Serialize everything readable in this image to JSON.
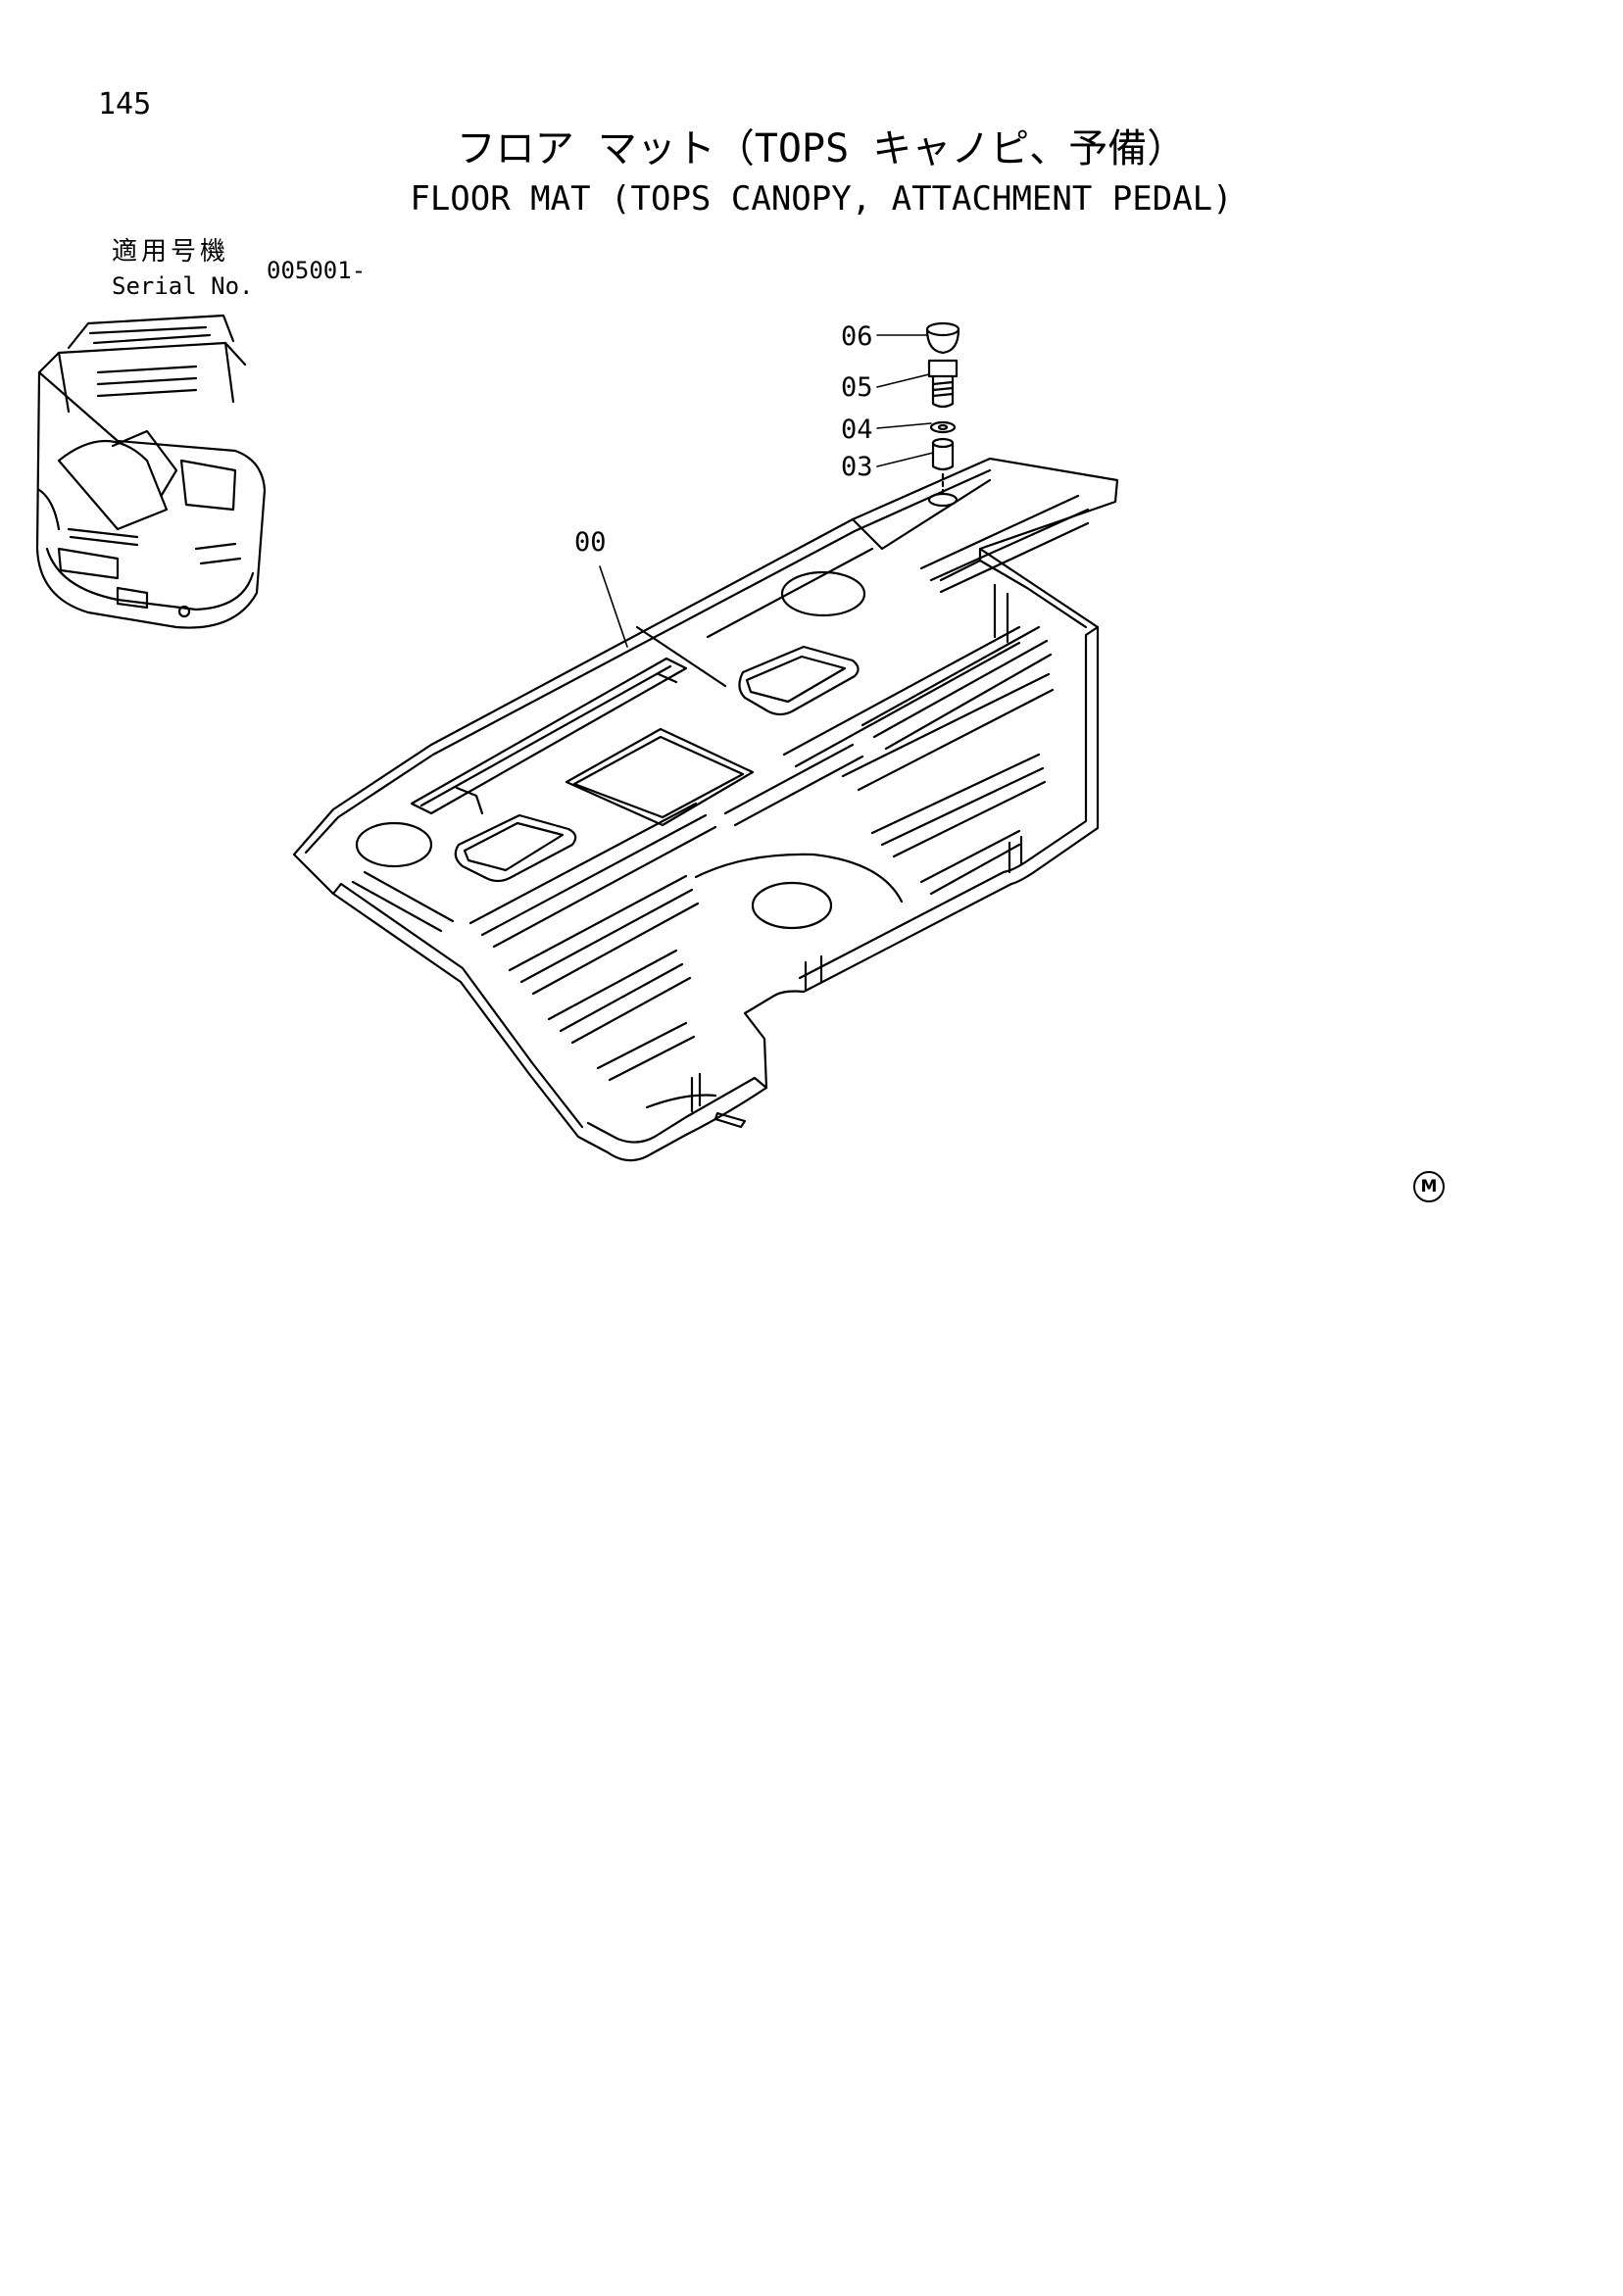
{
  "page_number": "145",
  "title_jp": "フロア マット（TOPS キャノピ、予備）",
  "title_en": "FLOOR MAT (TOPS CANOPY, ATTACHMENT PEDAL)",
  "serial": {
    "label_jp": "適用号機",
    "label_en": "Serial No.",
    "value": "005001-"
  },
  "callouts": [
    "06",
    "05",
    "04",
    "03",
    "00"
  ],
  "mark": "M"
}
